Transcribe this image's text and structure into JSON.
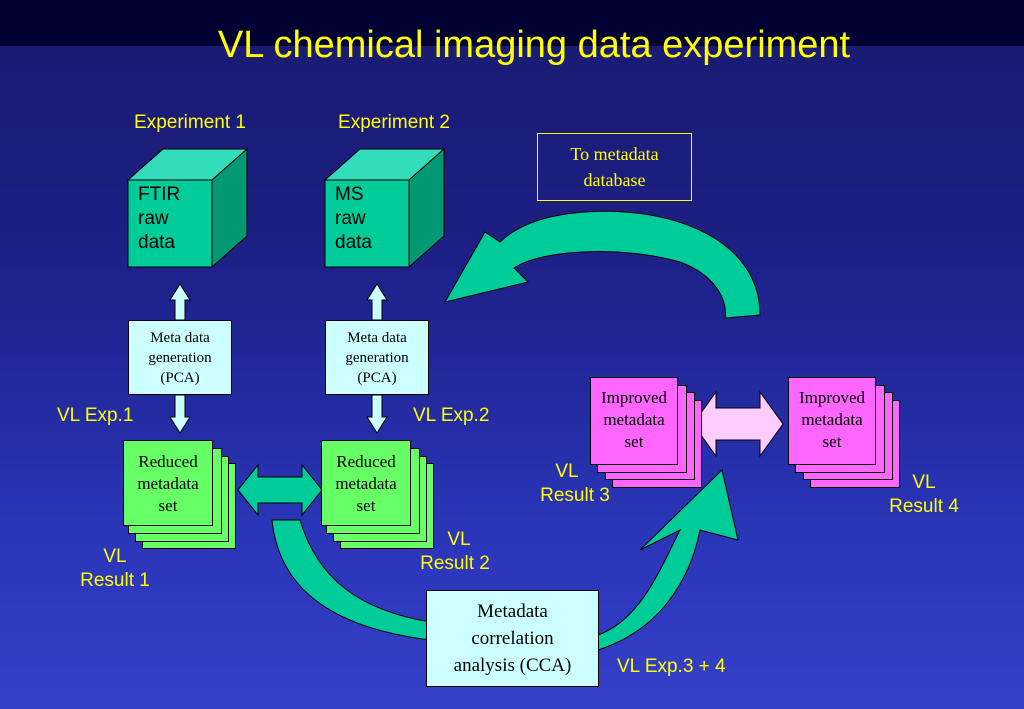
{
  "title": "VL chemical imaging data experiment",
  "experiments": [
    {
      "label": "Experiment 1",
      "cube_lines": [
        "FTIR",
        "raw",
        "data"
      ]
    },
    {
      "label": "Experiment 2",
      "cube_lines": [
        "MS",
        "raw",
        "data"
      ]
    }
  ],
  "meta_generation": {
    "lines": [
      "Meta data",
      "generation",
      "(PCA)"
    ]
  },
  "reduced_set": {
    "lines": [
      "Reduced",
      "metadata",
      "set"
    ]
  },
  "improved_set": {
    "lines": [
      "Improved",
      "metadata",
      "set"
    ]
  },
  "metadata_db": {
    "lines": [
      "To metadata",
      "database"
    ]
  },
  "cca": {
    "lines": [
      "Metadata",
      "correlation",
      "analysis (CCA)"
    ]
  },
  "labels": {
    "vl_exp1": "VL Exp.1",
    "vl_exp2": "VL Exp.2",
    "vl_exp34": "VL Exp.3 + 4",
    "vl_result1": [
      "VL",
      "Result 1"
    ],
    "vl_result2": [
      "VL",
      "Result 2"
    ],
    "vl_result3": [
      "VL",
      "Result 3"
    ],
    "vl_result4": [
      "VL",
      "Result 4"
    ]
  },
  "colors": {
    "title": "#ffff00",
    "cube_front": "#00cc99",
    "cube_top": "#33ddbb",
    "cube_side": "#009973",
    "meta_box": "#ccffff",
    "reduced_set": "#66ff66",
    "improved_set": "#ff66ff",
    "db_box_border": "#ffff00",
    "cca_box": "#ccffff",
    "curved_arrow": "#00cc99",
    "double_arrow_green": "#00cc99",
    "double_arrow_pink": "#ffccff"
  }
}
